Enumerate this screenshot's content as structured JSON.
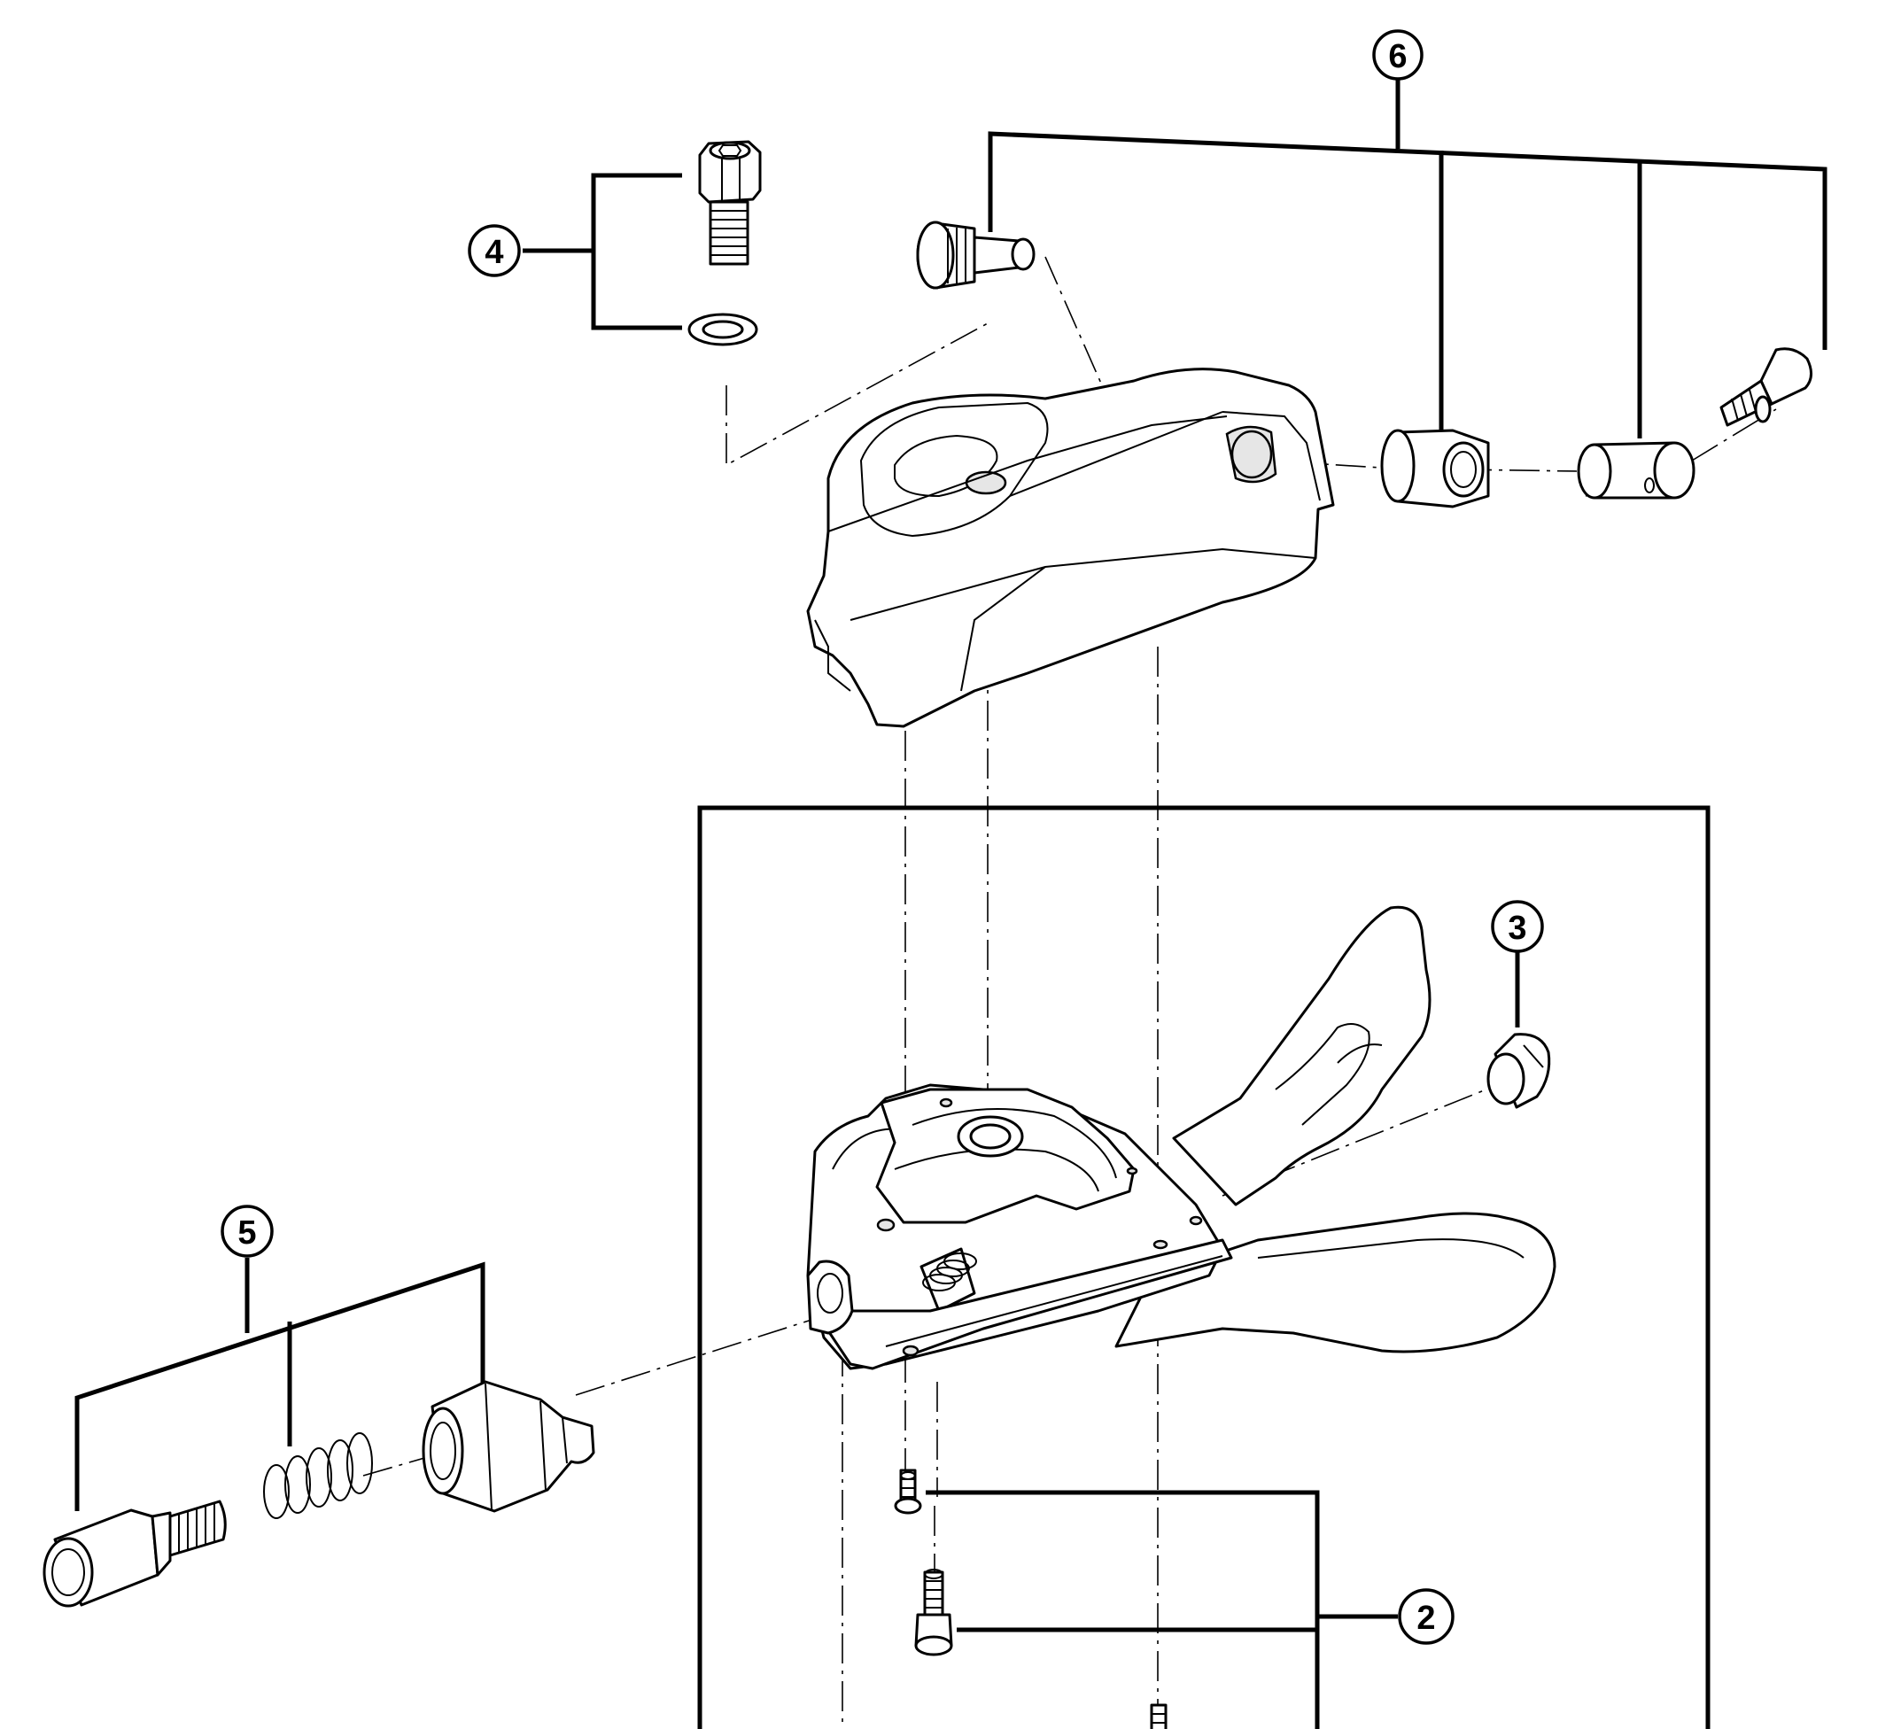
{
  "callouts": {
    "c2": "2",
    "c3": "3",
    "c4": "4",
    "c5": "5",
    "c6": "6"
  }
}
